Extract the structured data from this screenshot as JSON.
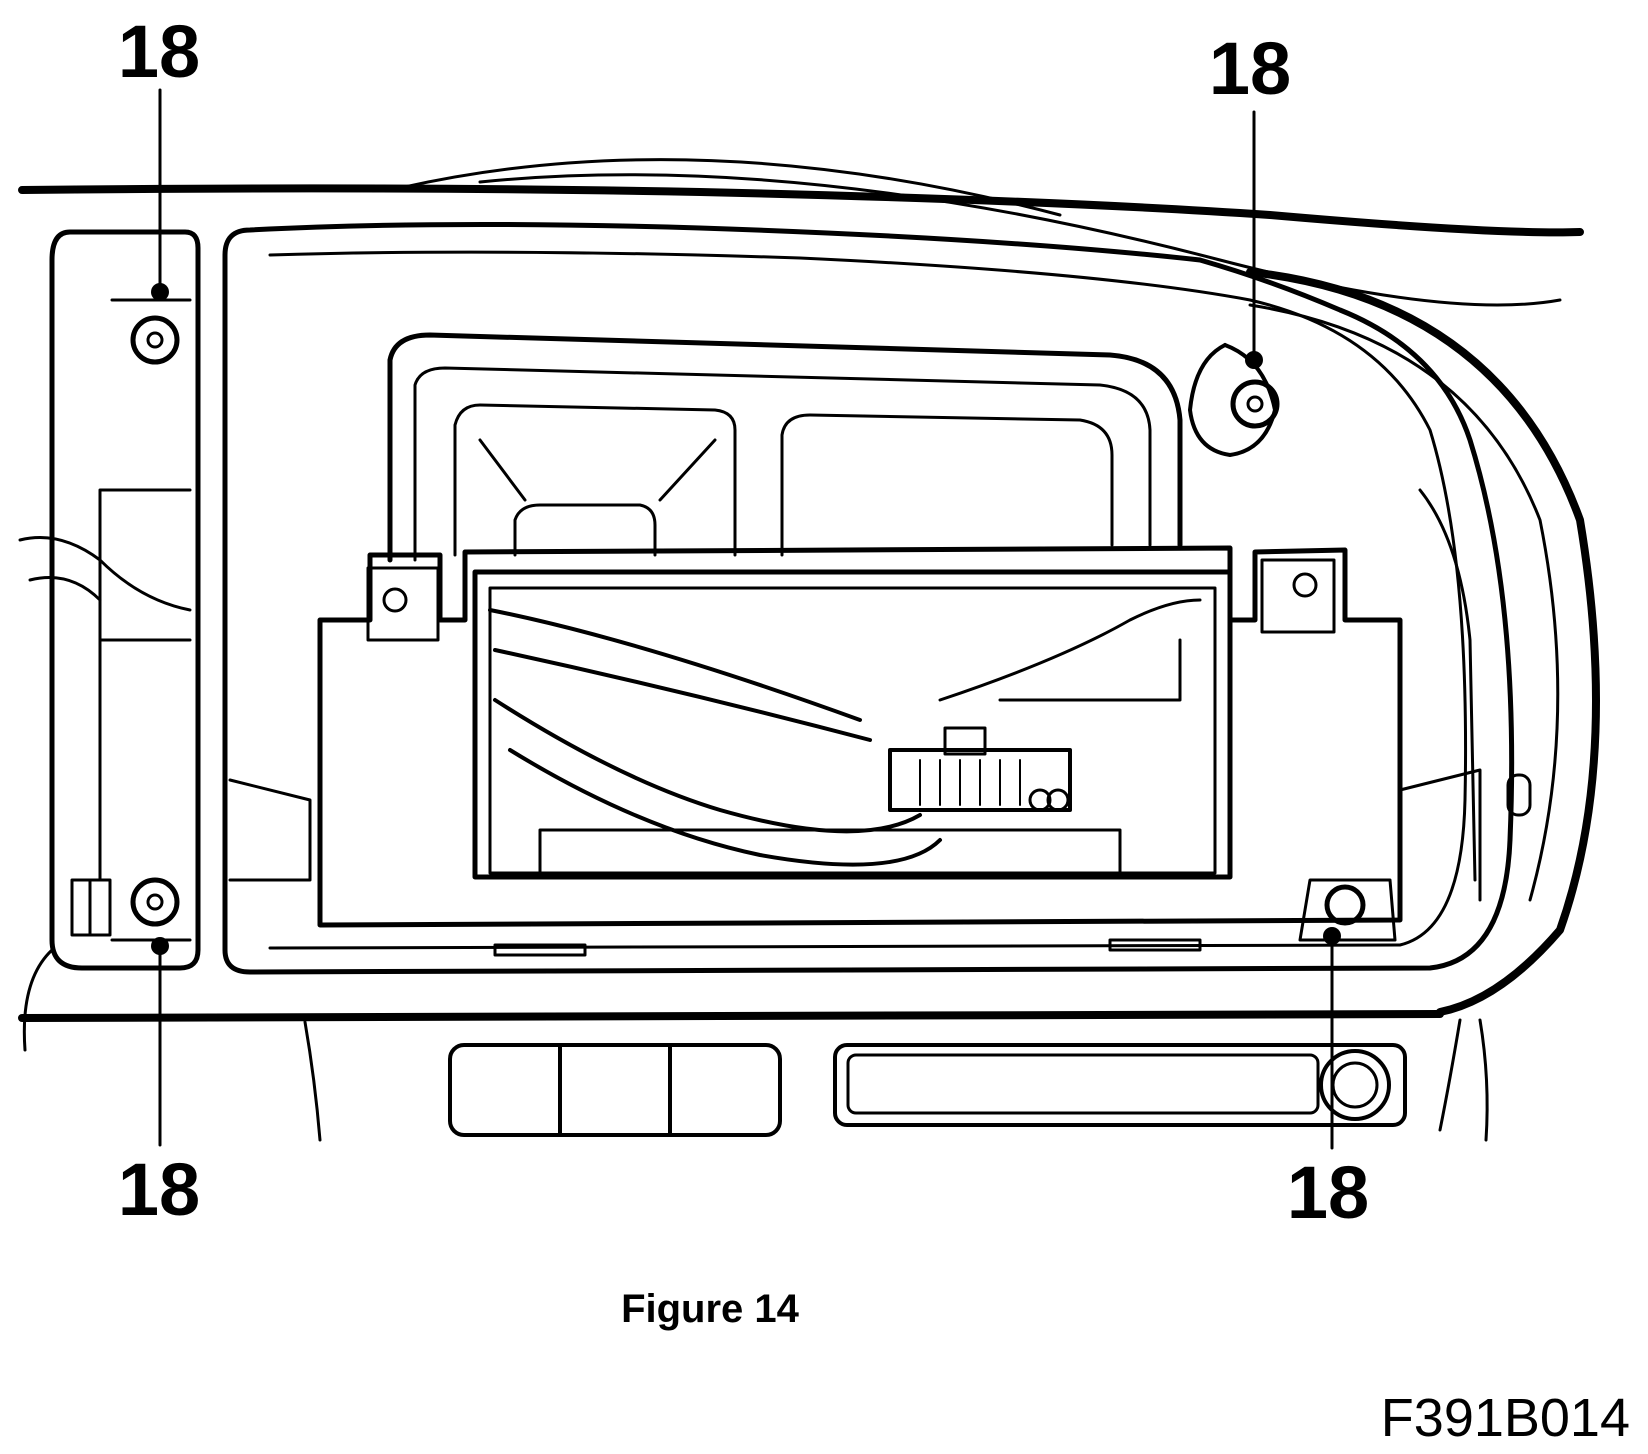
{
  "callouts": {
    "top_left": "18",
    "top_right": "18",
    "bottom_left": "18",
    "bottom_right": "18"
  },
  "caption": "Figure 14",
  "figure_code": "F391B014"
}
